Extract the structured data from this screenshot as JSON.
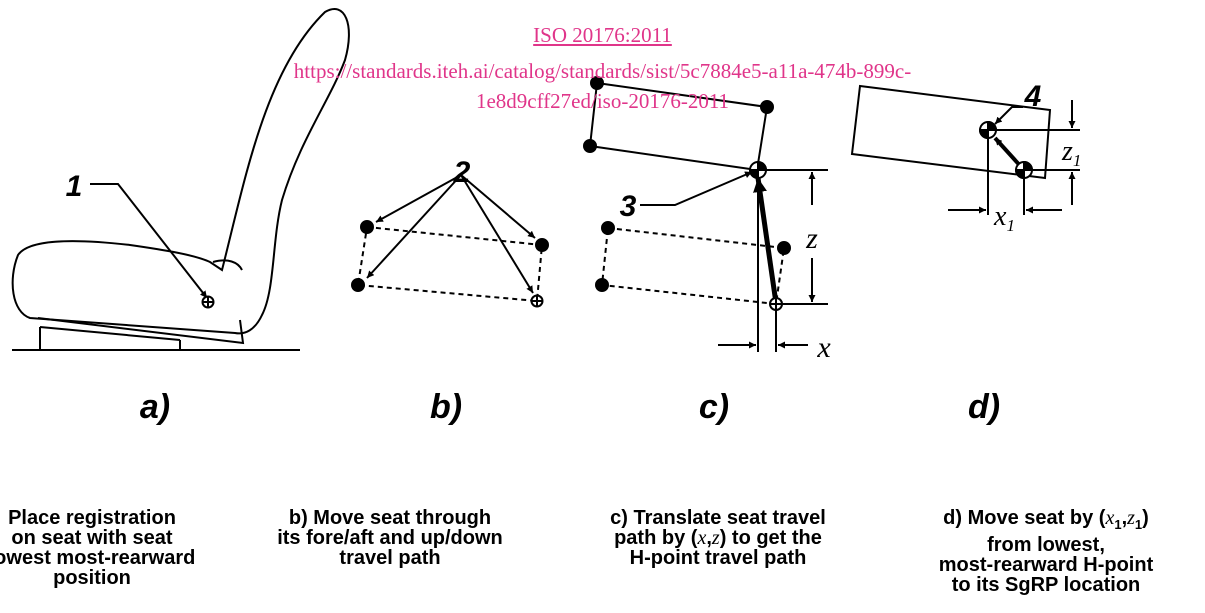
{
  "watermark": {
    "title": "ISO 20176:2011",
    "url_line1": "https://standards.iteh.ai/catalog/standards/sist/5c7884e5-a11a-474b-899c-",
    "url_line2": "1e8d9cff27ed/iso-20176-2011"
  },
  "callouts": {
    "c1": "1",
    "c2": "2",
    "c3": "3",
    "c4": "4"
  },
  "panel_labels": {
    "a": "a)",
    "b": "b)",
    "c": "c)",
    "d": "d)"
  },
  "dimension_labels": {
    "x": "x",
    "z": "z",
    "x1": "x",
    "x1_sub": "1",
    "z1": "z",
    "z1_sub": "1"
  },
  "captions": {
    "a": {
      "line1": "Place registration",
      "line2": "on seat with seat",
      "line3": "lowest most-rearward",
      "line4": "position"
    },
    "b": {
      "line1": "b)   Move seat through",
      "line2": "its fore/aft and up/down",
      "line3": "travel path"
    },
    "c": {
      "line1": "c)   Translate seat travel",
      "line2_pre": "path by (",
      "line2_x": "x",
      "line2_comma": ",",
      "line2_z": "z",
      "line2_post": ") to get the",
      "line3": "H-point travel path"
    },
    "d": {
      "line1_pre": "d)   Move seat by (",
      "line1_x": "x",
      "line1_xs": "1",
      "line1_comma": ",",
      "line1_z": "z",
      "line1_zs": "1",
      "line1_post": ")",
      "line2": "from lowest,",
      "line3": "most-rearward H-point",
      "line4": "to its SgRP location"
    }
  }
}
